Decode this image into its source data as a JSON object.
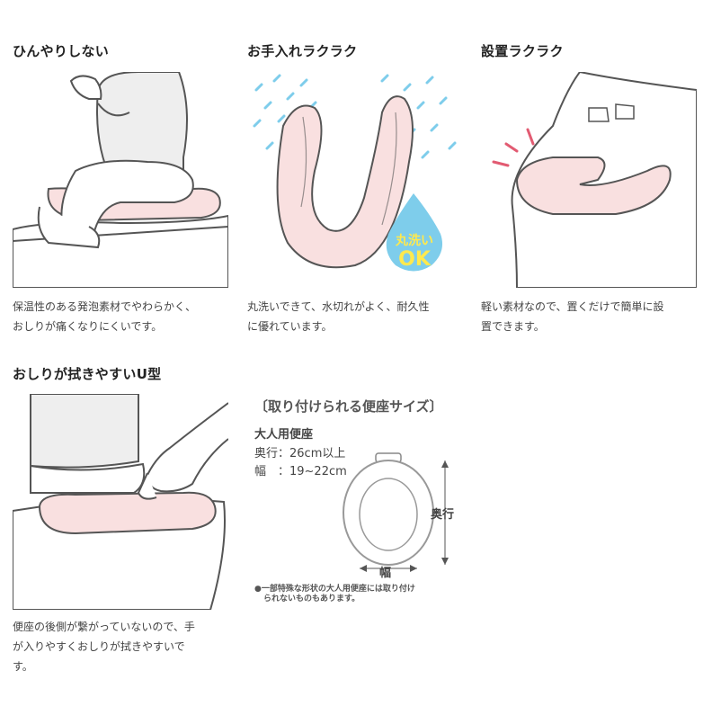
{
  "features": [
    {
      "title": "ひんやりしない",
      "desc_line1": "保温性のある発泡素材でやわらかく、",
      "desc_line2": "おしりが痛くなりにくいです。"
    },
    {
      "title": "お手入れラクラク",
      "desc_line1": "丸洗いできて、水切れがよく、耐久性",
      "desc_line2": "に優れています。",
      "badge_top": "丸洗い",
      "badge_bottom": "OK"
    },
    {
      "title": "設置ラクラク",
      "desc_line1": "軽い素材なので、置くだけで簡単に設",
      "desc_line2": "置できます。"
    },
    {
      "title": "おしりが拭きやすいU型",
      "desc_line1": "便座の後側が繋がっていないので、手",
      "desc_line2": "が入りやすくおしりが拭きやすいで",
      "desc_line3": "す。"
    }
  ],
  "size_info": {
    "title": "〔取り付けられる便座サイズ〕",
    "subtitle": "大人用便座",
    "depth_line": "奥行：26cm以上",
    "width_line": "幅　：19~22cm",
    "depth_label": "奥行",
    "width_label": "幅",
    "note_line1": "●一部特殊な形状の大人用便座には取り付け",
    "note_line2": "られないものもあります。"
  },
  "colors": {
    "pink_fill": "#f9e0e0",
    "outline": "#555555",
    "water_blue": "#7ecdeb",
    "badge_yellow": "#ffe94d",
    "accent_red": "#e25b72"
  }
}
